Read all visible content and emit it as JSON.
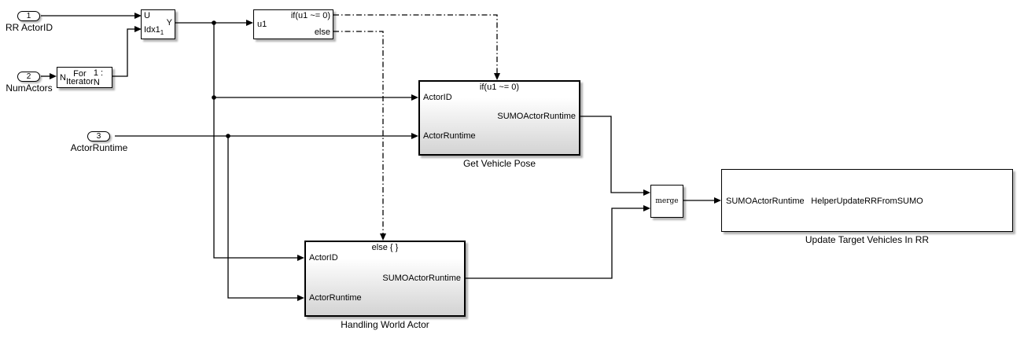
{
  "colors": {
    "background": "#ffffff",
    "line": "#000000",
    "block_fill": "#ffffff",
    "subsystem_gradient_bottom": "#d3d3d3"
  },
  "inports": [
    {
      "number": "1",
      "label": "RR ActorID"
    },
    {
      "number": "2",
      "label": "NumActors"
    },
    {
      "number": "3",
      "label": "ActorRuntime"
    }
  ],
  "selector": {
    "in_top": "U",
    "in_bottom": "Idx1",
    "in_bottom_sub": "1",
    "out": "Y"
  },
  "for_iterator": {
    "in": "N",
    "name_line1": "For",
    "name_line2": "Iterator",
    "out": "1 : N"
  },
  "if_block": {
    "in": "u1",
    "out_if": "if(u1 ~= 0)",
    "out_else": "else"
  },
  "get_vehicle_pose": {
    "name": "Get Vehicle Pose",
    "control_label": "if(u1 ~= 0)",
    "in1": "ActorID",
    "in2": "ActorRuntime",
    "out1": "SUMOActorRuntime"
  },
  "handling_world_actor": {
    "name": "Handling World Actor",
    "control_label": "else { }",
    "in1": "ActorID",
    "in2": "ActorRuntime",
    "out1": "SUMOActorRuntime"
  },
  "merge_block": {
    "label": "merge"
  },
  "update_rr": {
    "name": "Update Target Vehicles In RR",
    "in1": "SUMOActorRuntime",
    "body": "HelperUpdateRRFromSUMO"
  }
}
